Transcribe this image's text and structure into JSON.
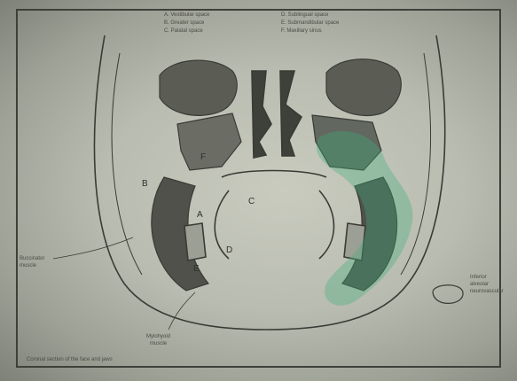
{
  "figure": {
    "legend_left": [
      "A. Vestibular space",
      "B. Greater space",
      "C. Palatal space"
    ],
    "legend_right": [
      "D. Sublingual space",
      "E. Submandibular space",
      "F. Maxillary sinus"
    ],
    "side_labels": {
      "left_top": "Buccinator",
      "left_bottom": "muscle",
      "right_top": "Inferior",
      "right_mid": "alveolar",
      "right_bottom": "neurovascular"
    },
    "bottom_label": [
      "Mylohyoid",
      "muscle"
    ],
    "caption": "Coronal section of the face and jaws",
    "region_letters": [
      "A",
      "B",
      "C",
      "D",
      "E",
      "F"
    ],
    "highlight_color": "#3fae7a",
    "line_color": "#3a3b35"
  }
}
